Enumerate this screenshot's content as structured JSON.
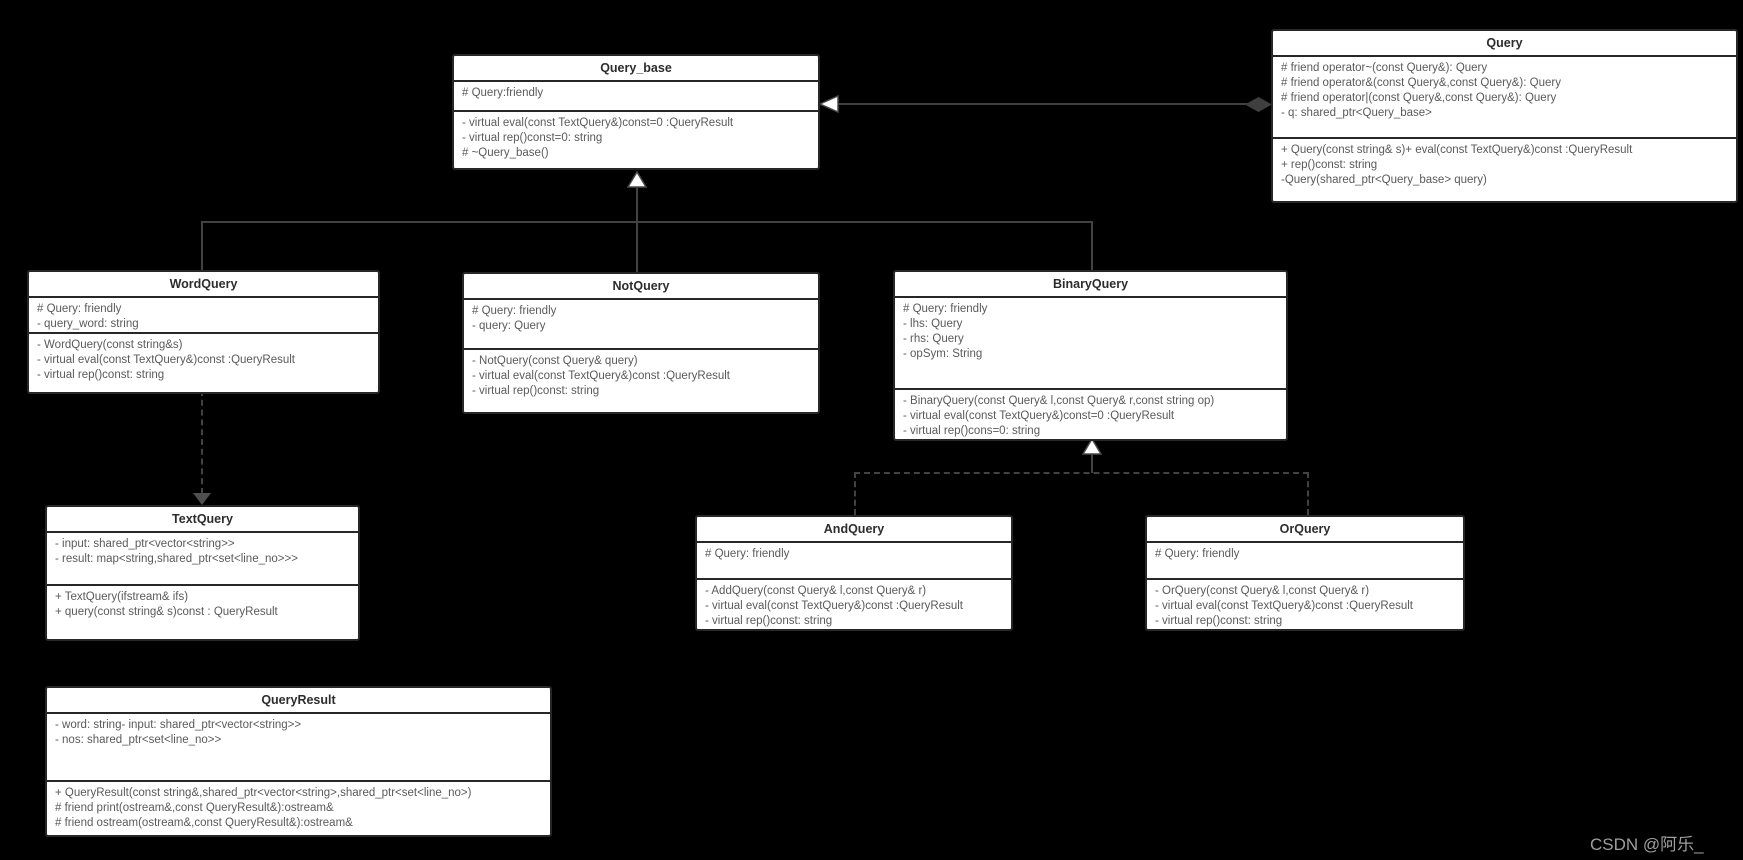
{
  "diagram": {
    "type": "uml-class-diagram",
    "background_color": "#000000",
    "box_fill": "#ffffff",
    "box_border": "#272727",
    "line_color": "#424242",
    "title_color": "#2d2d2d",
    "member_color": "#5a5a5a",
    "watermark": "CSDN @阿乐_"
  },
  "classes": [
    {
      "id": "query_base",
      "title": "Query_base",
      "attributes": [
        "# Query:friendly"
      ],
      "methods": [
        "- virtual eval(const TextQuery&)const=0 :QueryResult",
        "- virtual rep()const=0: string",
        "# ~Query_base()"
      ]
    },
    {
      "id": "query",
      "title": "Query",
      "attributes": [
        "# friend operator~(const Query&): Query",
        "# friend operator&(const Query&,const Query&): Query",
        "# friend operator|(const Query&,const Query&): Query",
        "- q: shared_ptr<Query_base>"
      ],
      "methods": [
        "+ Query(const string& s)+ eval(const TextQuery&)const :QueryResult",
        "+ rep()const: string",
        "-Query(shared_ptr<Query_base> query)"
      ]
    },
    {
      "id": "word_query",
      "title": "WordQuery",
      "attributes": [
        "# Query: friendly",
        "- query_word: string"
      ],
      "methods": [
        "- WordQuery(const string&s)",
        "- virtual eval(const TextQuery&)const :QueryResult",
        "- virtual rep()const: string"
      ]
    },
    {
      "id": "not_query",
      "title": "NotQuery",
      "attributes": [
        "# Query: friendly",
        "- query: Query"
      ],
      "methods": [
        "- NotQuery(const Query& query)",
        "- virtual eval(const TextQuery&)const :QueryResult",
        "- virtual rep()const: string"
      ]
    },
    {
      "id": "binary_query",
      "title": "BinaryQuery",
      "attributes": [
        "# Query: friendly",
        "- lhs: Query",
        "- rhs: Query",
        "- opSym: String"
      ],
      "methods": [
        "- BinaryQuery(const Query& l,const Query& r,const string op)",
        "- virtual eval(const TextQuery&)const=0 :QueryResult",
        "- virtual rep()cons=0: string"
      ]
    },
    {
      "id": "text_query",
      "title": "TextQuery",
      "attributes": [
        "- input: shared_ptr<vector<string>>",
        "- result: map<string,shared_ptr<set<line_no>>>"
      ],
      "methods": [
        "+ TextQuery(ifstream& ifs)",
        "+ query(const string& s)const : QueryResult"
      ]
    },
    {
      "id": "and_query",
      "title": "AndQuery",
      "attributes": [
        "# Query: friendly"
      ],
      "methods": [
        "- AddQuery(const Query& l,const Query& r)",
        "- virtual eval(const TextQuery&)const :QueryResult",
        "- virtual rep()const: string"
      ]
    },
    {
      "id": "or_query",
      "title": "OrQuery",
      "attributes": [
        "# Query: friendly"
      ],
      "methods": [
        "- OrQuery(const Query& l,const Query& r)",
        "- virtual eval(const TextQuery&)const :QueryResult",
        "- virtual rep()const: string"
      ]
    },
    {
      "id": "query_result",
      "title": "QueryResult",
      "attributes": [
        "- word: string- input: shared_ptr<vector<string>>",
        "- nos: shared_ptr<set<line_no>>"
      ],
      "methods": [
        "+ QueryResult(const string&,shared_ptr<vector<string>,shared_ptr<set<line_no>)",
        "# friend print(ostream&,const QueryResult&):ostream&",
        "# friend ostream(ostream&,const QueryResult&):ostream&"
      ]
    }
  ],
  "relationships": [
    {
      "from": "Query",
      "to": "Query_base",
      "type": "composition-with-arrow"
    },
    {
      "from": "WordQuery",
      "to": "Query_base",
      "type": "inheritance"
    },
    {
      "from": "NotQuery",
      "to": "Query_base",
      "type": "inheritance"
    },
    {
      "from": "BinaryQuery",
      "to": "Query_base",
      "type": "inheritance"
    },
    {
      "from": "WordQuery",
      "to": "TextQuery",
      "type": "dependency-dashed"
    },
    {
      "from": "AndQuery",
      "to": "BinaryQuery",
      "type": "inheritance-dashed"
    },
    {
      "from": "OrQuery",
      "to": "BinaryQuery",
      "type": "inheritance-dashed"
    }
  ]
}
